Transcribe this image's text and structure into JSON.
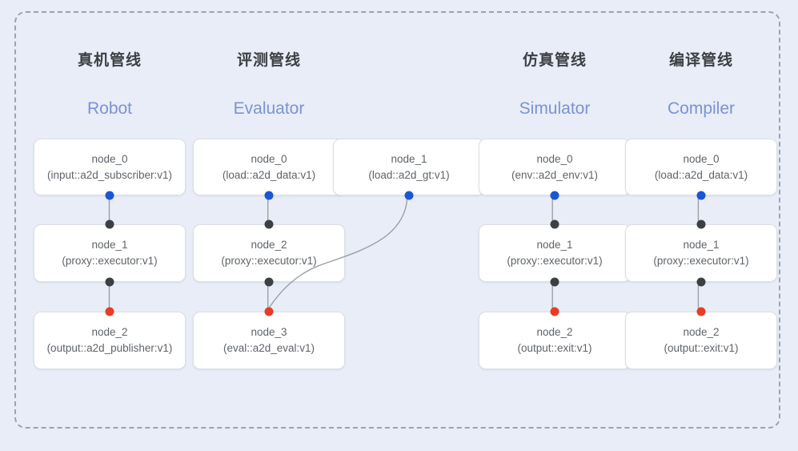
{
  "diagram": {
    "frame_style": "dashed",
    "background_color": "#e9edf8",
    "port_colors": {
      "input": "#3c4043",
      "output": "#1a56d6",
      "terminal": "#ea3c23"
    },
    "accent_color": "#7b93d4"
  },
  "columns": [
    {
      "id": "robot",
      "title_cn": "真机管线",
      "title_en": "Robot",
      "nodes": [
        {
          "name": "node_0",
          "type": "(input::a2d_subscriber:v1)"
        },
        {
          "name": "node_1",
          "type": "(proxy::executor:v1)"
        },
        {
          "name": "node_2",
          "type": "(output::a2d_publisher:v1)"
        }
      ]
    },
    {
      "id": "evaluator",
      "title_cn": "评测管线",
      "title_en": "Evaluator",
      "nodes": [
        {
          "name": "node_0",
          "type": "(load::a2d_data:v1)"
        },
        {
          "name": "node_1",
          "type": "(load::a2d_gt:v1)"
        },
        {
          "name": "node_2",
          "type": "(proxy::executor:v1)"
        },
        {
          "name": "node_3",
          "type": "(eval::a2d_eval:v1)"
        }
      ]
    },
    {
      "id": "simulator",
      "title_cn": "仿真管线",
      "title_en": "Simulator",
      "nodes": [
        {
          "name": "node_0",
          "type": "(env::a2d_env:v1)"
        },
        {
          "name": "node_1",
          "type": "(proxy::executor:v1)"
        },
        {
          "name": "node_2",
          "type": "(output::exit:v1)"
        }
      ]
    },
    {
      "id": "compiler",
      "title_cn": "编译管线",
      "title_en": "Compiler",
      "nodes": [
        {
          "name": "node_0",
          "type": "(load::a2d_data:v1)"
        },
        {
          "name": "node_1",
          "type": "(proxy::executor:v1)"
        },
        {
          "name": "node_2",
          "type": "(output::exit:v1)"
        }
      ]
    }
  ]
}
